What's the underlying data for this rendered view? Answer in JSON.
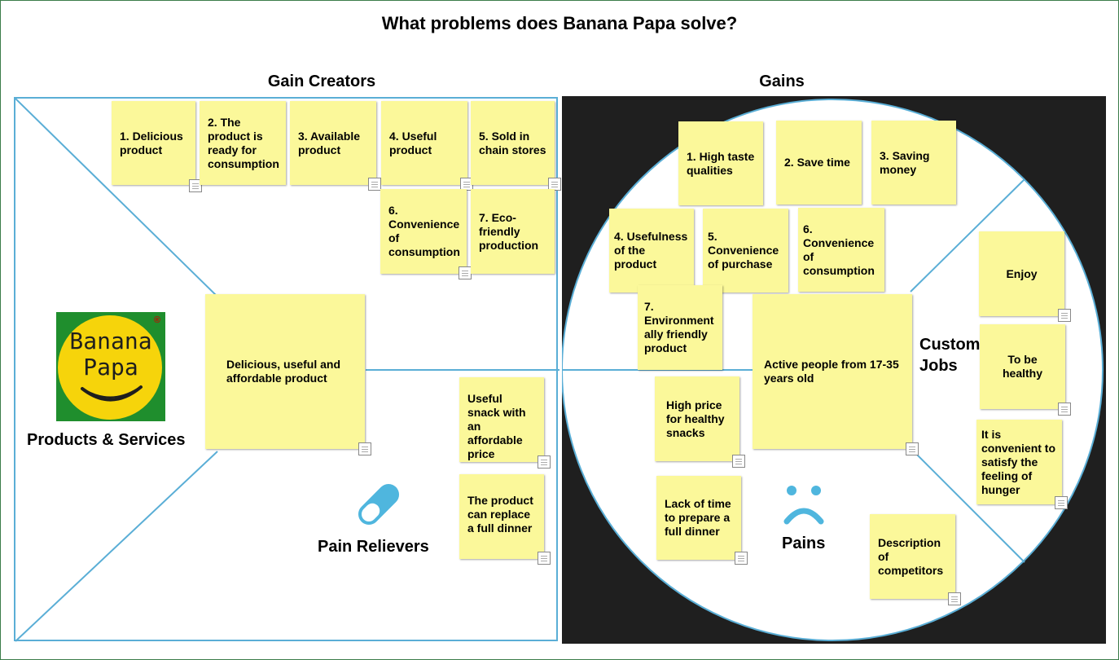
{
  "title": "What problems does Banana Papa solve?",
  "sections": {
    "gain_creators": "Gain Creators",
    "gains": "Gains"
  },
  "left": {
    "products_services_label": "Products & Services",
    "pain_relievers_label": "Pain Relievers",
    "logo_text_1": "Banana",
    "logo_text_2": "Papa",
    "logo_reg": "®",
    "center_note": "Delicious, useful and affordable product",
    "gain_creators": [
      "1. Delicious product",
      "2. The product is ready for consumption",
      "3. Available product",
      "4. Useful product",
      "5. Sold in chain stores",
      "6. Convenience of consumption",
      "7. Eco-friendly production"
    ],
    "pain_relievers": [
      "Useful snack with an affordable price",
      "The product can replace a full dinner"
    ]
  },
  "right": {
    "customer_jobs_label": "Customer Jobs",
    "pains_label": "Pains",
    "center_note": "Active people from 17-35 years old",
    "gains": [
      "1. High taste qualities",
      "2. Save time",
      "3. Saving money",
      "4. Usefulness of the product",
      "5. Convenience of purchase",
      "6. Convenience of consumption",
      "7. Environment ally friendly product"
    ],
    "jobs": [
      "Enjoy",
      "To be healthy",
      "It is convenient to satisfy the feeling of hunger"
    ],
    "pains": [
      "High price for healthy snacks",
      "Lack of time to prepare a full dinner",
      "Description of competitors"
    ]
  },
  "colors": {
    "note": "#fbf89a",
    "line": "#5aaed6",
    "pill": "#4fb6de",
    "logo_green": "#1f8e2d",
    "logo_yellow": "#f6d40b",
    "dark_bg": "#1f1f1f"
  }
}
